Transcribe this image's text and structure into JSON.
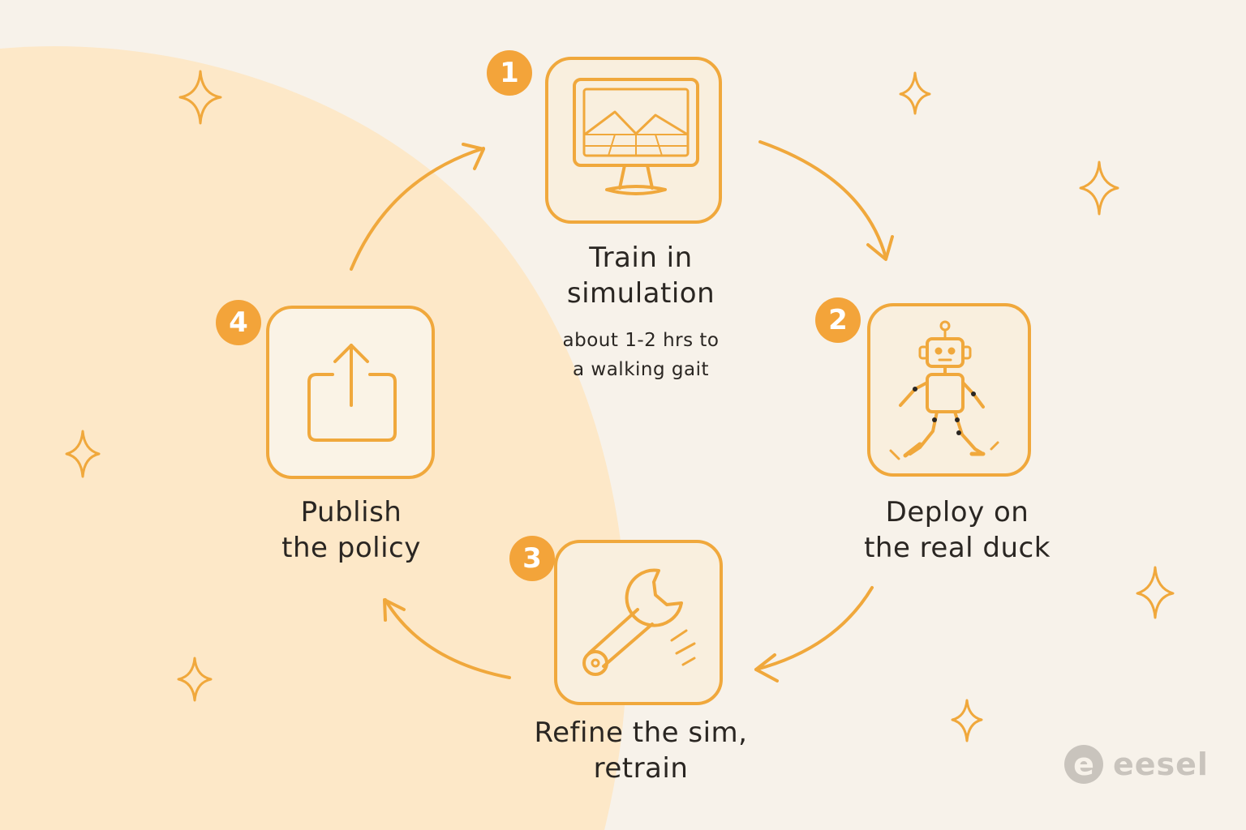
{
  "colors": {
    "accent": "#f3a43a",
    "background": "#f7f2ea",
    "blob": "#fde8c8",
    "text": "#2a2622",
    "brand": "#c9c4bd"
  },
  "steps": [
    {
      "number": "1",
      "icon": "monitor-mountains-icon",
      "label_line1": "Train in",
      "label_line2": "simulation",
      "note_line1": "about 1-2 hrs to",
      "note_line2": "a walking gait"
    },
    {
      "number": "2",
      "icon": "walking-robot-icon",
      "label_line1": "Deploy on",
      "label_line2": "the real duck"
    },
    {
      "number": "3",
      "icon": "wrench-icon",
      "label_line1": "Refine the sim,",
      "label_line2": "retrain"
    },
    {
      "number": "4",
      "icon": "upload-icon",
      "label_line1": "Publish",
      "label_line2": "the policy"
    }
  ],
  "brand": {
    "mark": "e",
    "name": "eesel"
  }
}
